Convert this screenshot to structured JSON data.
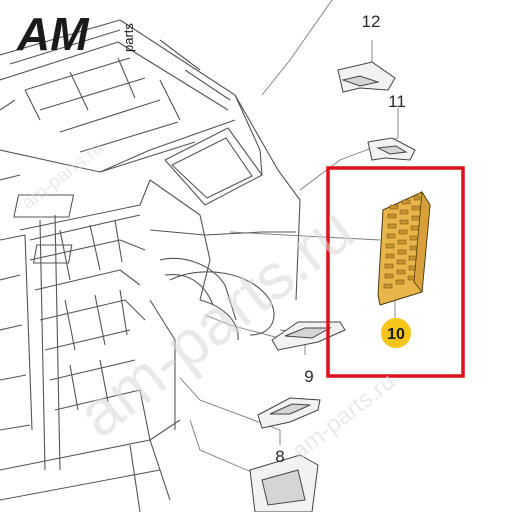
{
  "logo": {
    "text": "AM",
    "suffix": "parts"
  },
  "watermark": {
    "text": "am-parts.ru"
  },
  "callouts": [
    {
      "id": "12",
      "label": "12"
    },
    {
      "id": "11",
      "label": "11"
    },
    {
      "id": "10",
      "label": "10",
      "selected": true
    },
    {
      "id": "9",
      "label": "9"
    },
    {
      "id": "8",
      "label": "8"
    }
  ],
  "colors": {
    "highlight": "#e0101a",
    "selected_part": "#e8b54a",
    "selected_badge": "#f5c518",
    "line": "#555555"
  }
}
